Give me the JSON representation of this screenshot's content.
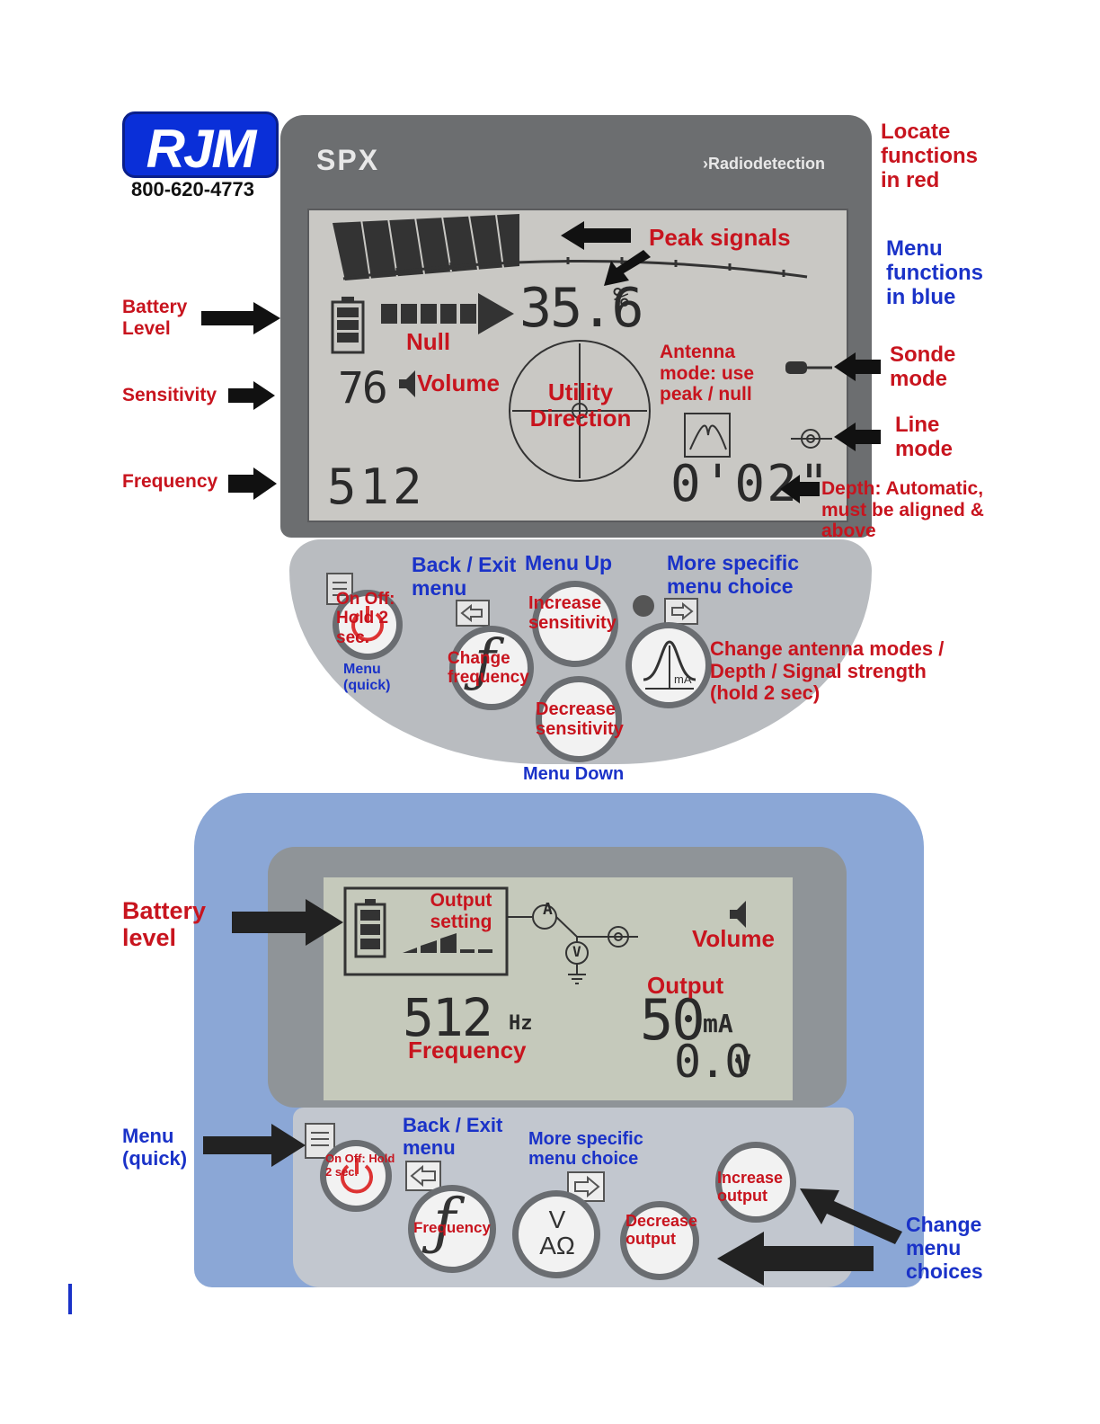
{
  "brand": {
    "logo": "RJM",
    "phone": "800-620-4773"
  },
  "locator": {
    "brand_left": "SPX",
    "brand_right": "›Radiodetection",
    "readings": {
      "signal": "35.6",
      "percent": "%",
      "sensitivity": "76",
      "frequency": "512",
      "depth": "0'02\""
    },
    "annotations": {
      "locate_red": "Locate functions in red",
      "menu_blue": "Menu functions in blue",
      "peak_signals": "Peak signals",
      "battery": "Battery Level",
      "null": "Null",
      "sensitivity": "Sensitivity",
      "volume": "Volume",
      "utility": "Utility Direction",
      "antenna": "Antenna mode: use peak / null",
      "sonde": "Sonde mode",
      "line": "Line mode",
      "frequency": "Frequency",
      "depth": "Depth: Automatic, must be aligned & above",
      "back": "Back / Exit menu",
      "menu_up": "Menu Up",
      "more_specific": "More specific menu choice",
      "increase": "Increase sensitivity",
      "onoff": "On Off: Hold 2 sec.",
      "menu_quick": "Menu (quick)",
      "change_freq": "Change frequency",
      "change_antenna": "Change antenna modes / Depth / Signal strength (hold 2 sec)",
      "decrease": "Decrease sensitivity",
      "menu_down": "Menu Down",
      "btn_mA": "mA"
    }
  },
  "transmitter": {
    "readings": {
      "frequency": "512",
      "hz": "Hz",
      "output": "50",
      "ma": "mA",
      "voltage": "0.0",
      "v": "V",
      "amp_icon": "A",
      "volt_icon": "V"
    },
    "annotations": {
      "battery": "Battery level",
      "output_setting": "Output setting",
      "volume": "Volume",
      "output": "Output",
      "frequency": "Frequency",
      "menu_quick": "Menu (quick)",
      "back": "Back / Exit menu",
      "more_specific": "More specific menu choice",
      "onoff": "On Off: Hold 2 sec.",
      "freq_btn": "Frequency",
      "increase": "Increase output",
      "decrease": "Decrease output",
      "change_menu": "Change menu choices",
      "btn_va": "V AΩ"
    }
  },
  "colors": {
    "locate": "#c8141e",
    "menu": "#1a32c8",
    "lcd": "#c9c8c4"
  }
}
